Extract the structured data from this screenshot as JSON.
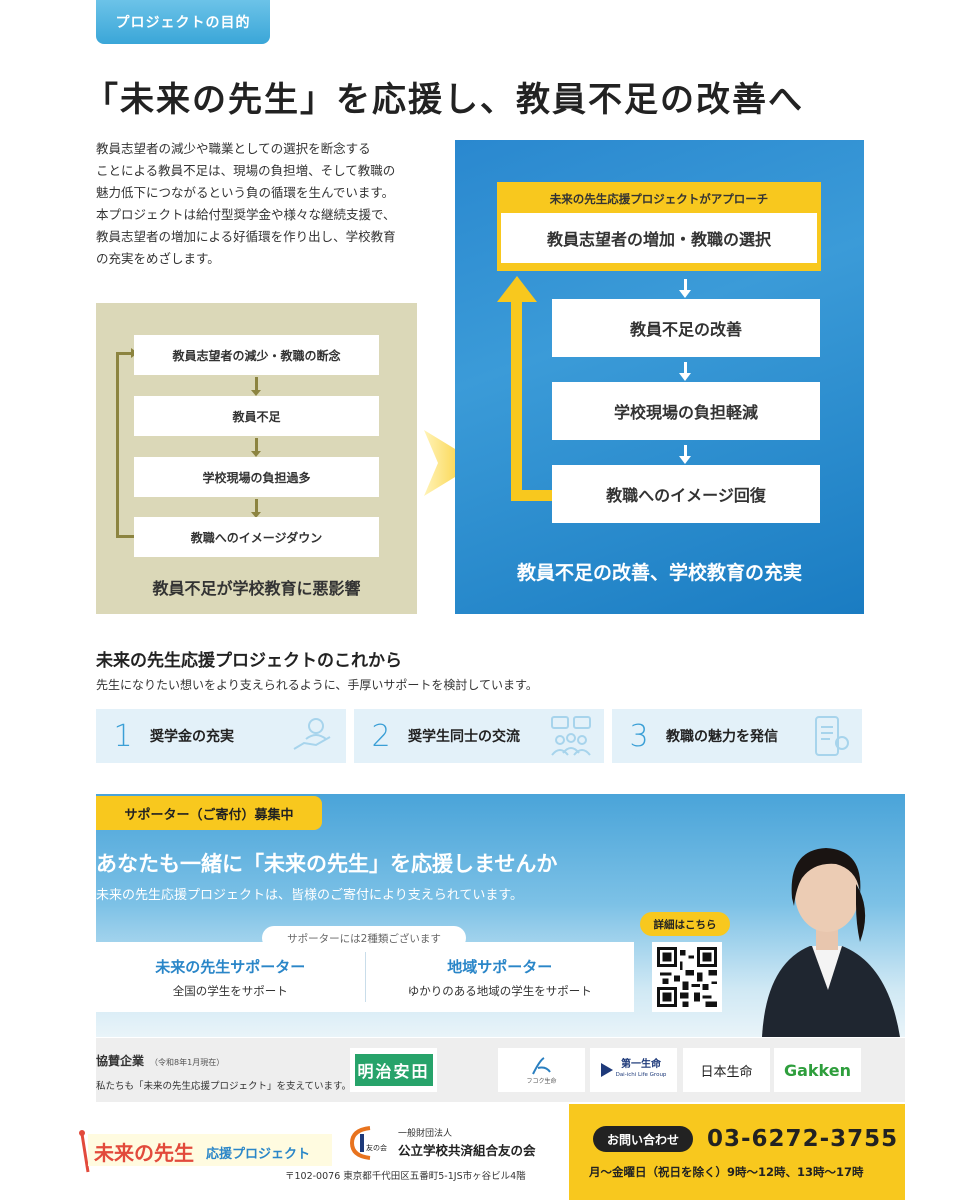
{
  "header": {
    "tag": "プロジェクトの目的",
    "headline": "「未来の先生」を応援し、教員不足の改善へ"
  },
  "intro": {
    "lines": [
      "教員志望者の減少や職業としての選択を断念する",
      "ことによる教員不足は、現場の負担増、そして教職の",
      "魅力低下につながるという負の循環を生んでいます。",
      "本プロジェクトは給付型奨学金や様々な継続支援で、",
      "教員志望者の増加による好循環を作り出し、学校教育",
      "の充実をめざします。"
    ]
  },
  "negative_cycle": {
    "steps": [
      "教員志望者の減少・教職の断念",
      "教員不足",
      "学校現場の負担過多",
      "教職へのイメージダウン"
    ],
    "result": "教員不足が学校教育に悪影響"
  },
  "positive_cycle": {
    "approach_label": "未来の先生応援プロジェクトがアプローチ",
    "approach_step": "教員志望者の増加・教職の選択",
    "steps": [
      "教員不足の改善",
      "学校現場の負担軽減",
      "教職へのイメージ回復"
    ],
    "result": "教員不足の改善、学校教育の充実"
  },
  "future": {
    "title": "未来の先生応援プロジェクトのこれから",
    "subtitle": "先生になりたい想いをより支えられるように、手厚いサポートを検討しています。",
    "cards": [
      {
        "num": "1",
        "label": "奨学金の充実",
        "icon": "helping-hand-icon"
      },
      {
        "num": "2",
        "label": "奨学生同士の交流",
        "icon": "group-chat-icon"
      },
      {
        "num": "3",
        "label": "教職の魅力を発信",
        "icon": "smartphone-info-icon"
      }
    ]
  },
  "banner": {
    "tag": "サポーター（ご寄付）募集中",
    "title": "あなたも一緒に「未来の先生」を応援しませんか",
    "subtitle": "未来の先生応援プロジェクトは、皆様のご寄付により支えられています。",
    "types_chip": "サポーターには2種類ございます",
    "supporters": [
      {
        "name": "未来の先生サポーター",
        "desc": "全国の学生をサポート"
      },
      {
        "name": "地域サポーター",
        "desc": "ゆかりのある地域の学生をサポート"
      }
    ],
    "qr_chip": "詳細はこちら"
  },
  "sponsors": {
    "title": "協賛企業",
    "note": "（令和8年1月現在）",
    "subtitle": "私たちも「未来の先生応援プロジェクト」を支えています。",
    "logos": {
      "meiji": "明治安田",
      "fukoku": "フコク生命",
      "daiichi": "第一生命",
      "daiichi_en": "Dai-ichi Life Group",
      "nippon": "日本生命",
      "gakken": "Gakken"
    }
  },
  "footer": {
    "logo_main": "未来の先生",
    "logo_sub": "応援プロジェクト",
    "org_mark": "友の会",
    "org_small": "一般財団法人",
    "org_name": "公立学校共済組合友の会",
    "address": "〒102-0076 東京都千代田区五番町5-1JS市ヶ谷ビル4階",
    "contact_label": "お問い合わせ",
    "phone": "03-6272-3755",
    "hours": "月～金曜日（祝日を除く）9時～12時、13時～17時"
  },
  "colors": {
    "accent_blue": "#2a88cf",
    "accent_yellow": "#f8c81e",
    "olive": "#8c8440",
    "panel_beige": "#dbd8b8"
  }
}
